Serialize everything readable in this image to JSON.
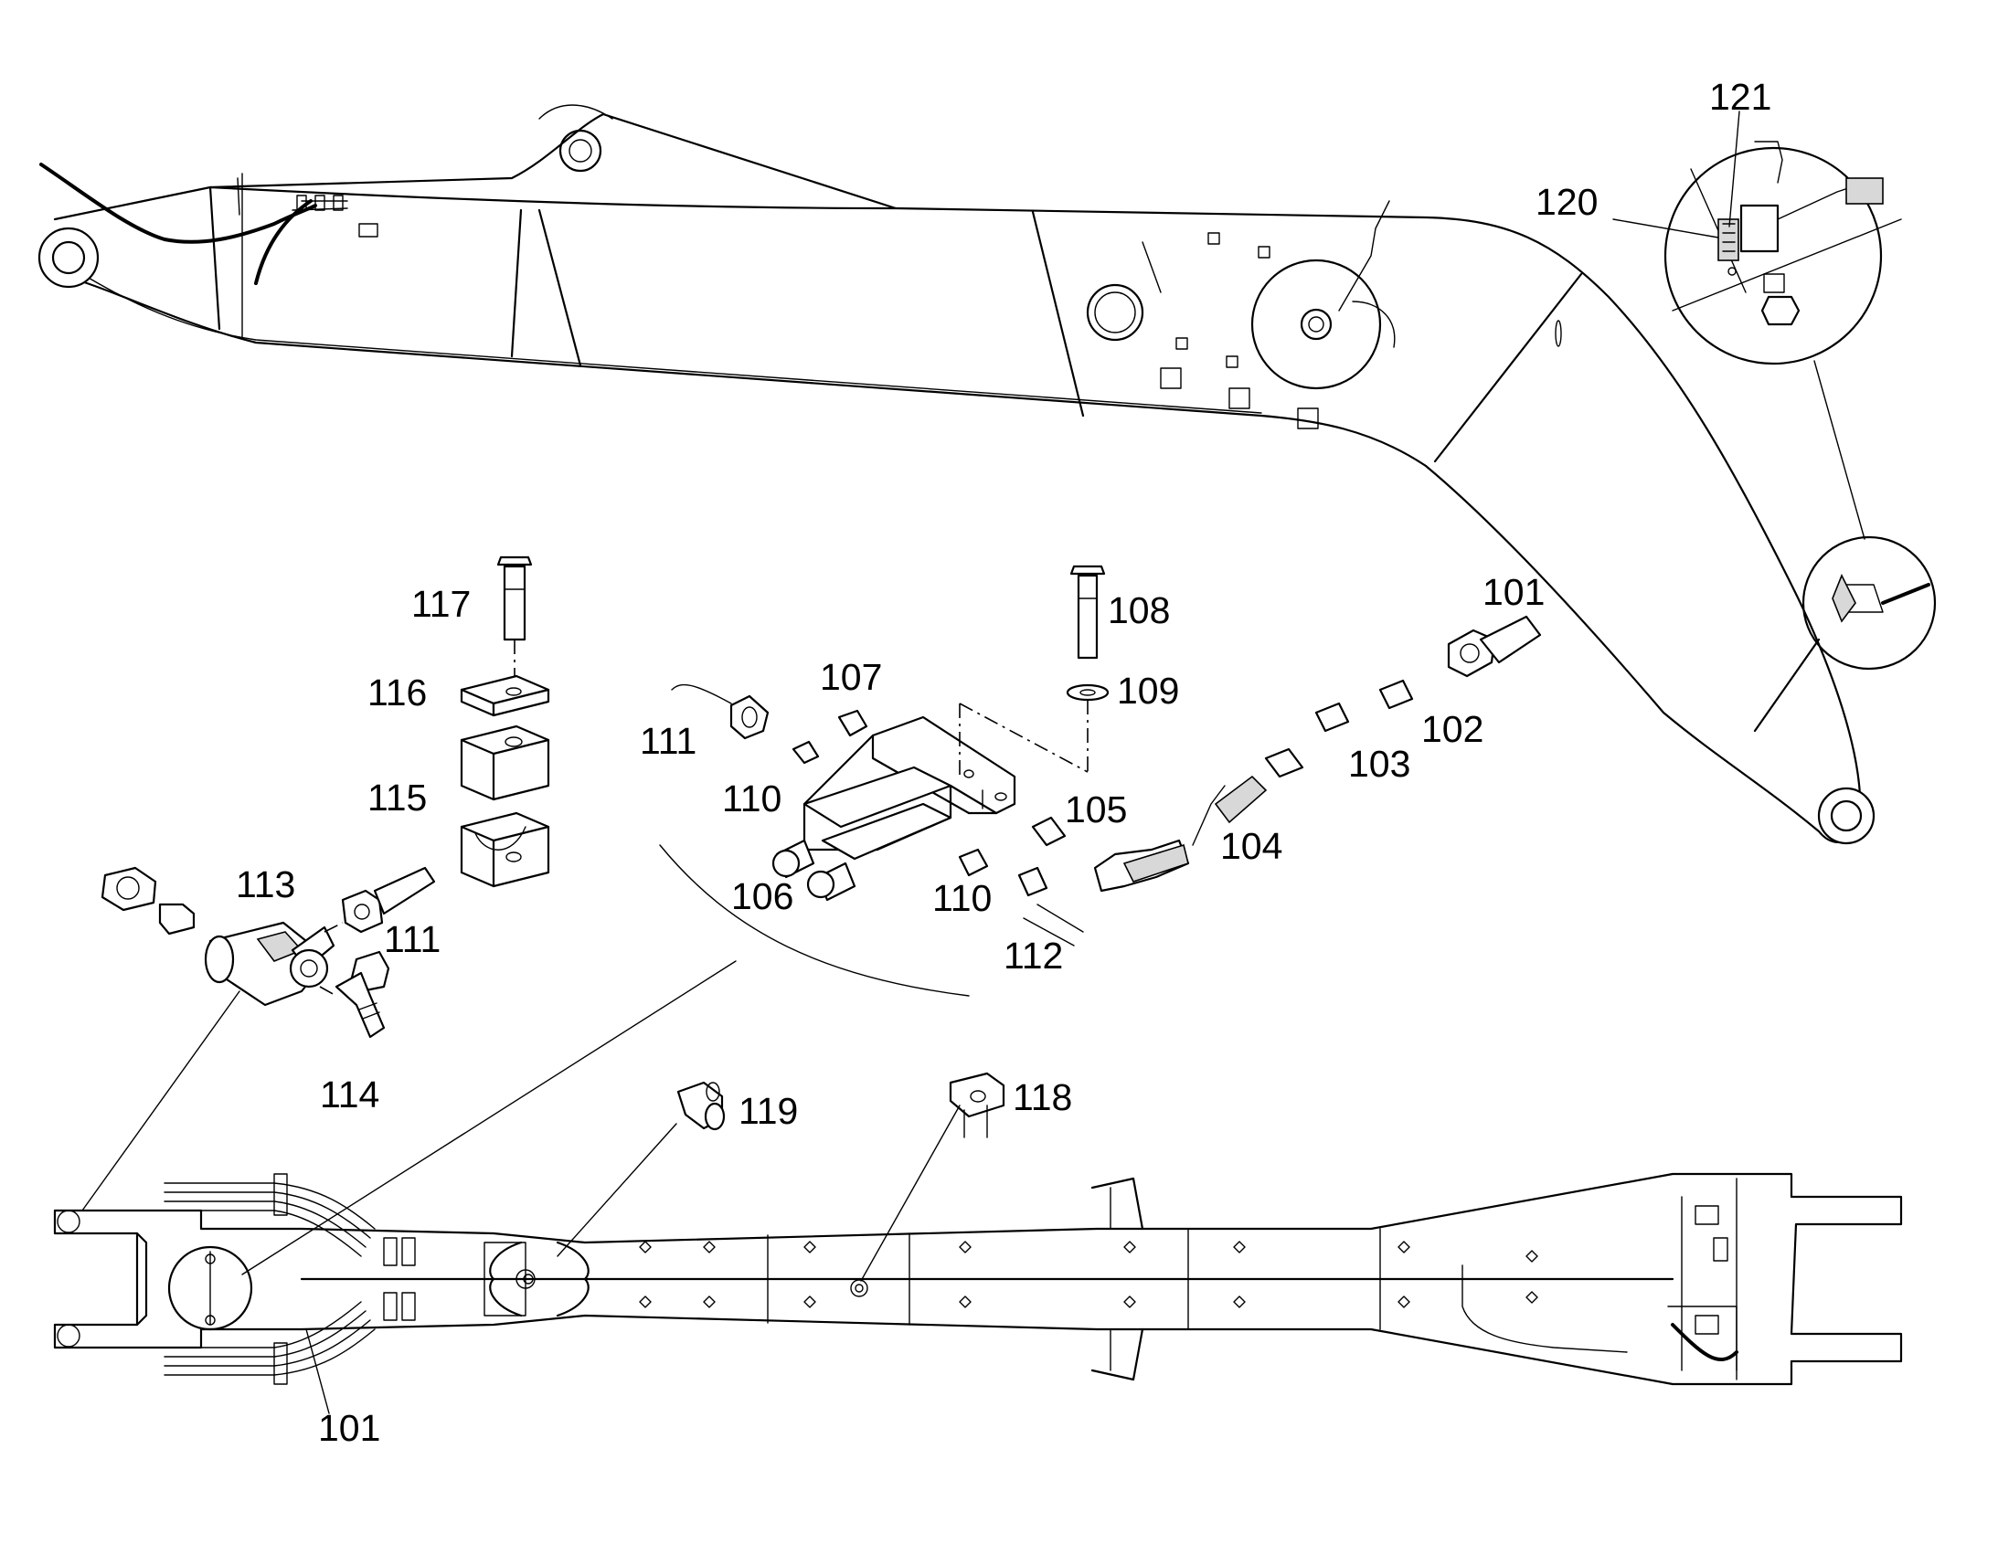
{
  "callouts": [
    {
      "id": "c101a",
      "label": "101"
    },
    {
      "id": "c101b",
      "label": "101"
    },
    {
      "id": "c102",
      "label": "102"
    },
    {
      "id": "c103",
      "label": "103"
    },
    {
      "id": "c104",
      "label": "104"
    },
    {
      "id": "c105",
      "label": "105"
    },
    {
      "id": "c106",
      "label": "106"
    },
    {
      "id": "c107",
      "label": "107"
    },
    {
      "id": "c108",
      "label": "108"
    },
    {
      "id": "c109",
      "label": "109"
    },
    {
      "id": "c110a",
      "label": "110"
    },
    {
      "id": "c110b",
      "label": "110"
    },
    {
      "id": "c111a",
      "label": "111"
    },
    {
      "id": "c111b",
      "label": "111"
    },
    {
      "id": "c112",
      "label": "112"
    },
    {
      "id": "c113",
      "label": "113"
    },
    {
      "id": "c114",
      "label": "114"
    },
    {
      "id": "c115",
      "label": "115"
    },
    {
      "id": "c116",
      "label": "116"
    },
    {
      "id": "c117",
      "label": "117"
    },
    {
      "id": "c118",
      "label": "118"
    },
    {
      "id": "c119",
      "label": "119"
    },
    {
      "id": "c120",
      "label": "120"
    },
    {
      "id": "c121",
      "label": "121"
    }
  ]
}
